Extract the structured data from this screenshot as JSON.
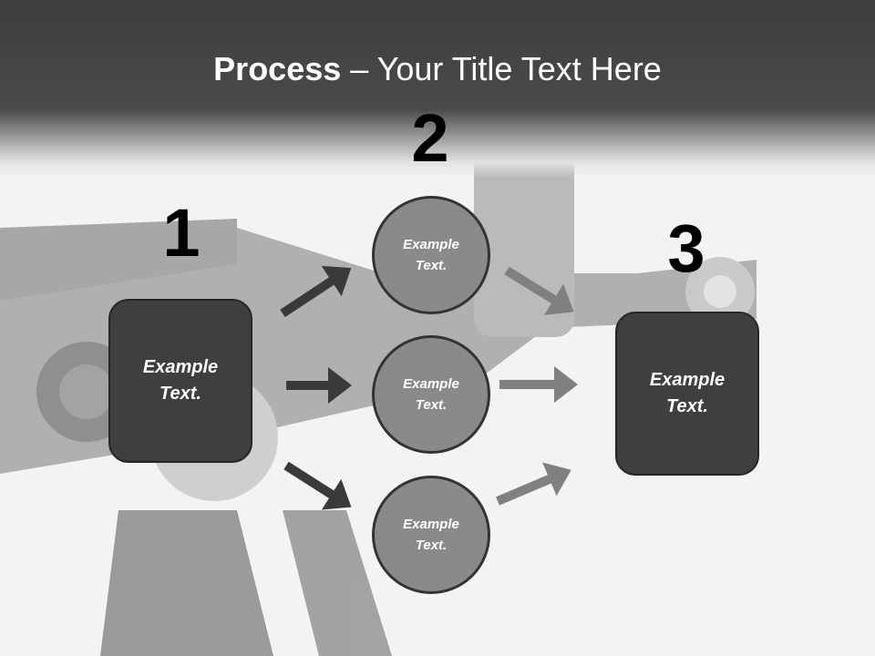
{
  "title": {
    "bold": "Process",
    "rest": " – Your Title Text Here"
  },
  "steps": [
    {
      "number": "1",
      "text": "Example Text."
    },
    {
      "number": "2",
      "text": "Example Text."
    },
    {
      "number": "3",
      "text": "Example Text."
    }
  ],
  "circles": [
    {
      "text": "Example Text."
    },
    {
      "text": "Example Text."
    },
    {
      "text": "Example Text."
    }
  ],
  "colors": {
    "box": "#3f3f3f",
    "circle": "#8a8a8a",
    "arrow_dark": "#3a3a3a",
    "arrow_light": "#808080"
  }
}
